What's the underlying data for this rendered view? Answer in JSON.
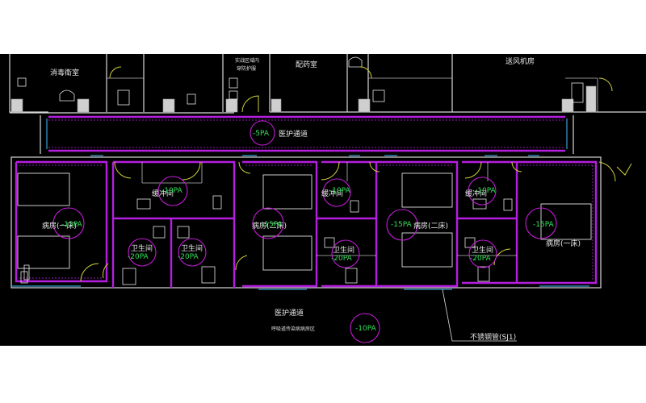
{
  "rooms": {
    "disinfection": "消毒衛室",
    "ppe_removal": "实战区域内\n穿防护服",
    "dispensary": "配药室",
    "ventilation": "送风机房",
    "corridor_top": "医护通道",
    "ward_1": "病房(一床)",
    "buffer_1": "缓冲间",
    "toilet_1a": "卫生间",
    "toilet_1b": "卫生间",
    "ward_2": "病房(二床)",
    "buffer_2": "缓冲间",
    "toilet_2": "卫生间",
    "ward_3": "病房(二床)",
    "buffer_3": "缓冲间",
    "toilet_3": "卫生间",
    "ward_4": "病房(一床)",
    "corridor_bottom": "医护通道",
    "corridor_bottom_sub": "呼吸道传染病病房区",
    "material_note": "不锈钢管(SJ1)"
  },
  "pressures": {
    "corridor_top": "-5PA",
    "ward_1": "-15PA",
    "buffer_1": "-10PA",
    "toilet_1a": "-20PA",
    "toilet_1b": "-20PA",
    "ward_2": "-15PA",
    "buffer_2": "-10PA",
    "toilet_2": "-20PA",
    "ward_3": "-15PA",
    "buffer_3": "-10PA",
    "toilet_3": "-20PA",
    "ward_4": "-15PA",
    "corridor_bottom": "-10PA"
  },
  "colors": {
    "background": "#000000",
    "walls": "#d8d8d8",
    "pressure_boundary": "#b51ee0",
    "pressure_text": "#33e05a",
    "doors": "#cfcf3a",
    "windows": "#3aa0d8"
  }
}
